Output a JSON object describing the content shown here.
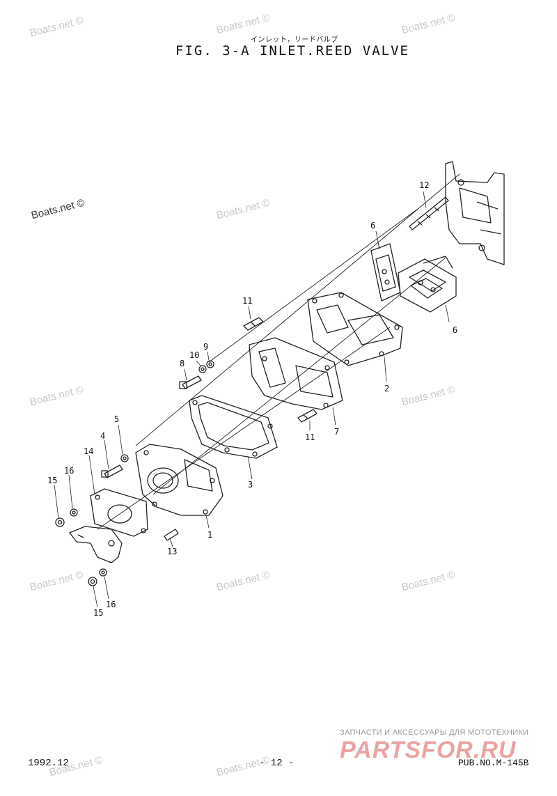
{
  "header": {
    "subtitle_jp": "インレット，リードバルブ",
    "title": "FIG.  3-A INLET.REED VALVE"
  },
  "callouts": [
    "12",
    "6",
    "6",
    "11",
    "2",
    "9",
    "10",
    "8",
    "11",
    "7",
    "5",
    "4",
    "3",
    "14",
    "1",
    "16",
    "15",
    "13",
    "16",
    "15"
  ],
  "footer": {
    "date": "1992.12",
    "page": "- 12 -",
    "pub": "PUB.NO.M-145B"
  },
  "watermarks": {
    "boats": "Boats.net ©",
    "brand_tagline": "ЗАПЧАСТИ И АКСЕССУАРЫ ДЛЯ МОТОТЕХНИКИ",
    "brand_logo": "PARTSFOR.RU"
  }
}
